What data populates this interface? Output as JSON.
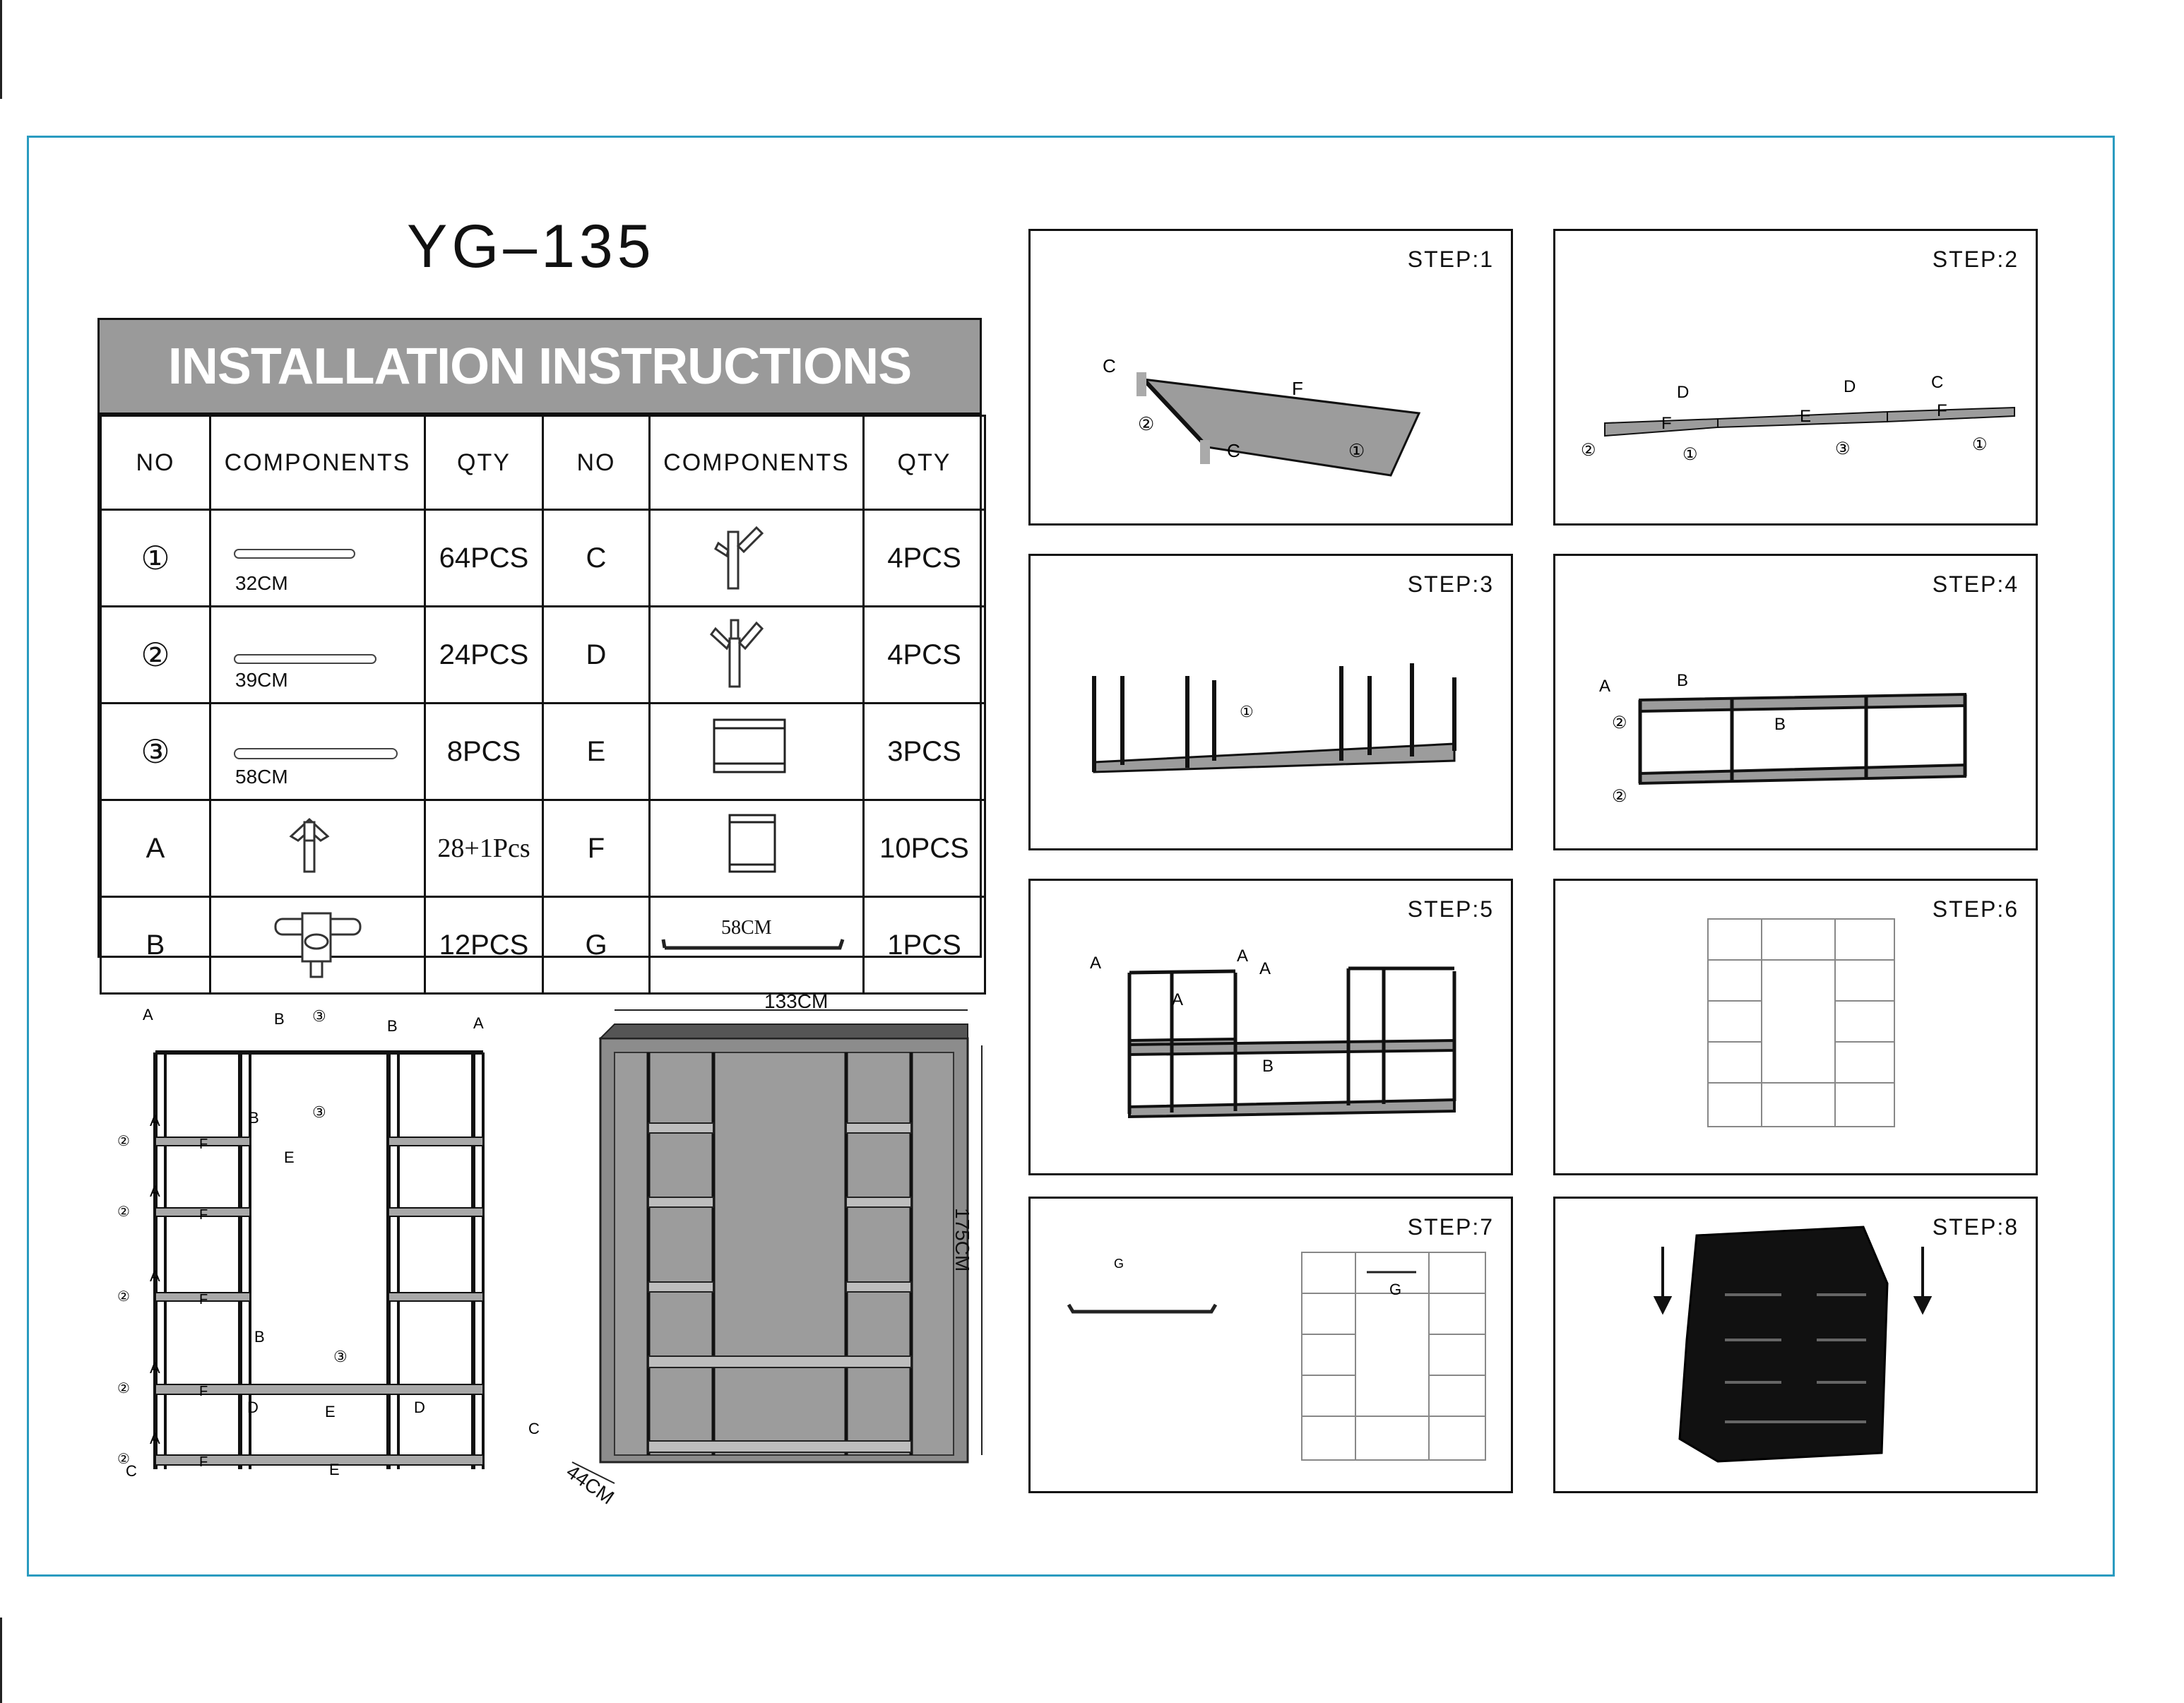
{
  "model": "YG–135",
  "title": "INSTALLATION INSTRUCTIONS",
  "headers": {
    "no": "NO",
    "components": "COMPONENTS",
    "qty": "QTY"
  },
  "rows": [
    {
      "no1": "①",
      "len1": "32CM",
      "qty1": "64PCS",
      "no2": "C",
      "qty2": "4PCS"
    },
    {
      "no1": "②",
      "len1": "39CM",
      "qty1": "24PCS",
      "no2": "D",
      "qty2": "4PCS"
    },
    {
      "no1": "③",
      "len1": "58CM",
      "qty1": "8PCS",
      "no2": "E",
      "qty2": "3PCS"
    },
    {
      "no1": "A",
      "len1": "",
      "qty1": "28+1Pcs",
      "no2": "F",
      "qty2": "10PCS"
    },
    {
      "no1": "B",
      "len1": "",
      "qty1": "12PCS",
      "no2": "G",
      "qty2": "1PCS",
      "len2": "58CM"
    }
  ],
  "steps": [
    "STEP:1",
    "STEP:2",
    "STEP:3",
    "STEP:4",
    "STEP:5",
    "STEP:6",
    "STEP:7",
    "STEP:8"
  ],
  "dimensions": {
    "width": "133CM",
    "height": "175CM",
    "depth": "44CM"
  },
  "labels": {
    "A": "A",
    "B": "B",
    "C": "C",
    "D": "D",
    "E": "E",
    "F": "F",
    "G": "G",
    "n1": "①",
    "n2": "②",
    "n3": "③"
  }
}
